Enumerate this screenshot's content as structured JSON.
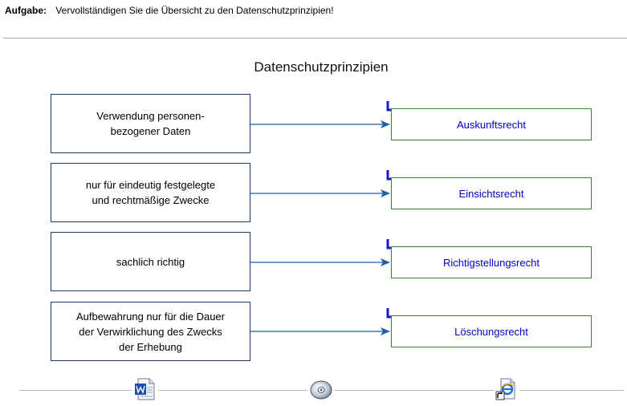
{
  "task": {
    "label": "Aufgabe:",
    "text": "Vervollständigen Sie die Übersicht zu den Datenschutzprinzipien!"
  },
  "diagram": {
    "title": "Datenschutzprinzipien",
    "rows": [
      {
        "left": "Verwendung personen-\nbezogener Daten",
        "right": "Auskunftsrecht"
      },
      {
        "left": "nur für eindeutig festgelegte\nund rechtmäßige Zwecke",
        "right": "Einsichtsrecht"
      },
      {
        "left": "sachlich richtig",
        "right": "Richtigstellungsrecht"
      },
      {
        "left": "Aufbewahrung nur für die Dauer\nder Verwirklichung des Zwecks\nder Erhebung",
        "right": "Löschungsrecht"
      }
    ],
    "colors": {
      "left_border": "#1a3c66",
      "right_border": "#2e8b2e",
      "right_text": "#0000cc",
      "arrow": "#1f5fa8",
      "corner_mark": "#1a1acc"
    }
  },
  "bottom_toolbar": {
    "icons": [
      "word-document-icon",
      "cd-disc-icon",
      "internet-explorer-shortcut-icon"
    ]
  }
}
